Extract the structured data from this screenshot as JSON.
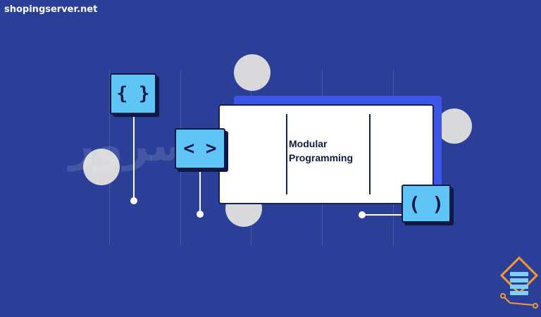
{
  "watermark": {
    "site": "shopingserver.net",
    "farsi": "شاپینگ سرور"
  },
  "card": {
    "title_line1": "Modular",
    "title_line2": "Programming"
  },
  "symbols": {
    "curly": "{ }",
    "angle": "< >",
    "paren": "( )"
  },
  "colors": {
    "background": "#2c3f98",
    "card_accent": "#3c57e8",
    "symbol_fill": "#5fc5f6",
    "outline": "#0e1a45",
    "logo_orange": "#f39a2e"
  },
  "icons": {
    "logo": "server-rack-logo-icon"
  }
}
